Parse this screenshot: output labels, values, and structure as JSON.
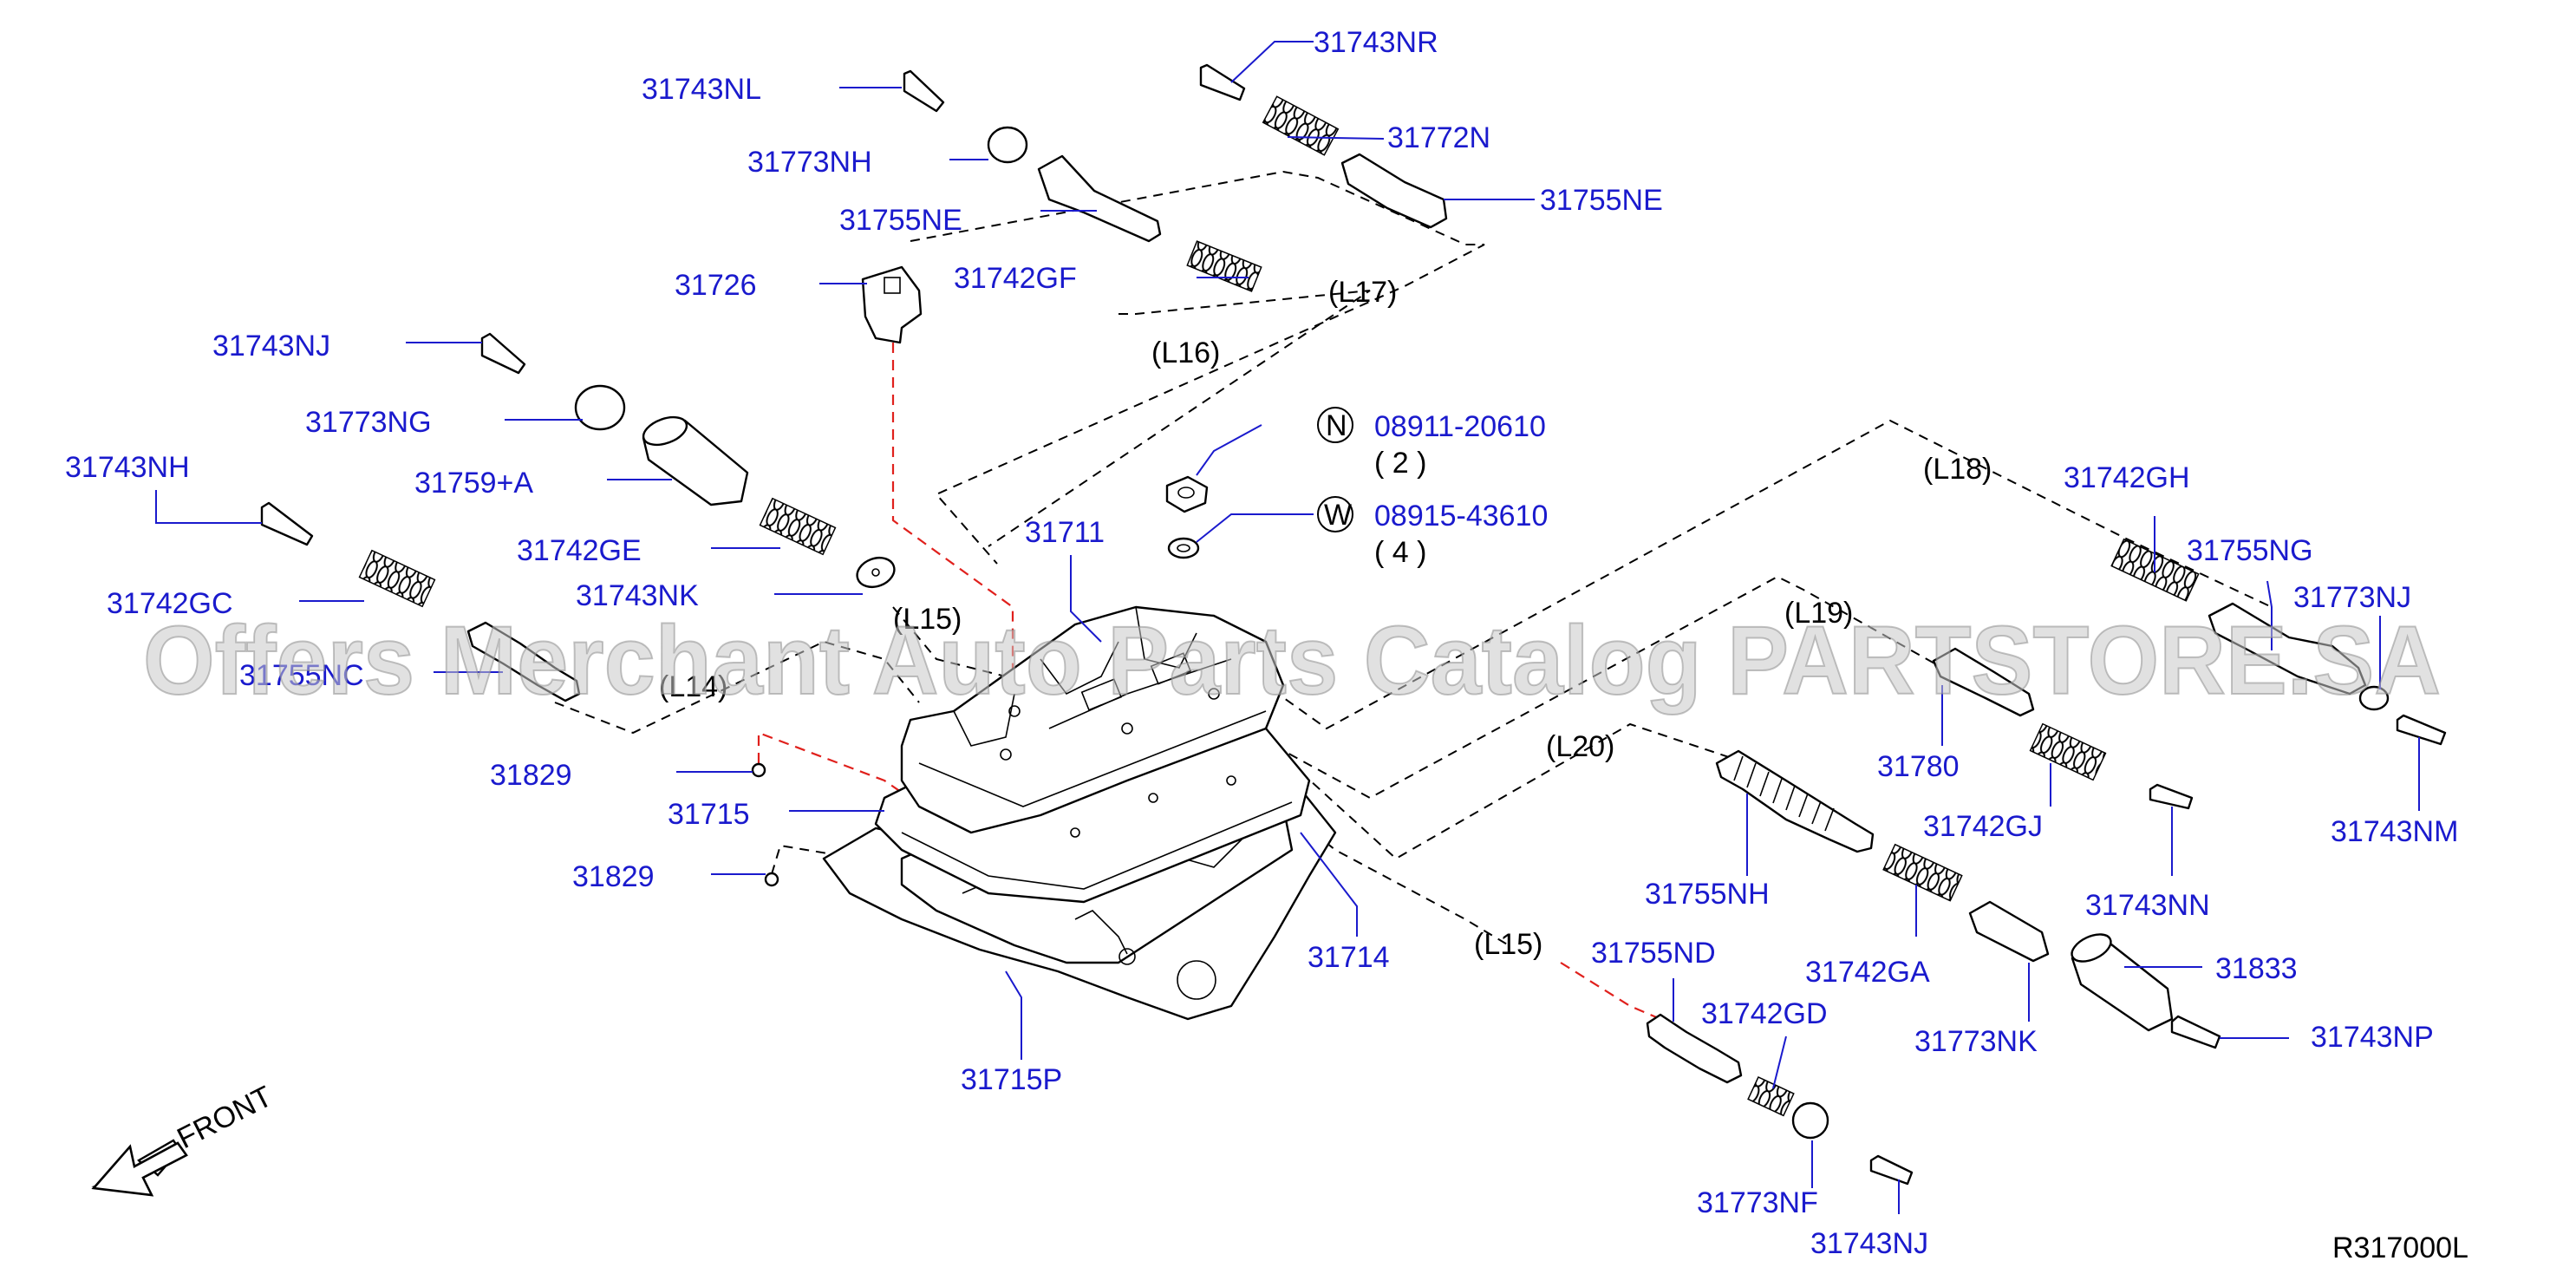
{
  "parts": {
    "p31743NR": "31743NR",
    "p31772N": "31772N",
    "p31755NE_r": "31755NE",
    "p31743NL": "31743NL",
    "p31773NH": "31773NH",
    "p31755NE_l": "31755NE",
    "p31726": "31726",
    "p31742GF": "31742GF",
    "p31743NJ_top": "31743NJ",
    "p31773NG": "31773NG",
    "p31759A": "31759+A",
    "p31743NH": "31743NH",
    "p31742GE": "31742GE",
    "p31743NK": "31743NK",
    "p31742GC": "31742GC",
    "p31755NC": "31755NC",
    "p31829_a": "31829",
    "p31715": "31715",
    "p31829_b": "31829",
    "p31711": "31711",
    "p31714": "31714",
    "p31715P": "31715P",
    "p31742GH": "31742GH",
    "p31755NG": "31755NG",
    "p31773NJ_r": "31773NJ",
    "p31743NM": "31743NM",
    "p31780": "31780",
    "p31742GJ": "31742GJ",
    "p31743NN": "31743NN",
    "p31755NH": "31755NH",
    "p31742GA": "31742GA",
    "p31833": "31833",
    "p31773NK": "31773NK",
    "p31743NP": "31743NP",
    "p31755ND": "31755ND",
    "p31742GD": "31742GD",
    "p31773NF": "31773NF",
    "p31743NJ_bot": "31743NJ"
  },
  "fasteners": {
    "nut_symbol": "N",
    "nut_part": "08911-20610",
    "nut_qty": "( 2 )",
    "washer_symbol": "W",
    "washer_part": "08915-43610",
    "washer_qty": "( 4 )"
  },
  "locations": {
    "L14": "(L14)",
    "L15_a": "(L15)",
    "L15_b": "(L15)",
    "L16": "(L16)",
    "L17": "(L17)",
    "L18": "(L18)",
    "L19": "(L19)",
    "L20": "(L20)"
  },
  "front_label": "FRONT",
  "figure_code": "R317000L",
  "watermark": "Offers Merchant Auto Parts Catalog PARTSTORE.SA",
  "colors": {
    "label": "#1a1acd",
    "leader": "#1a1acd",
    "hidden_path": "#e0201c",
    "line": "#000000"
  }
}
